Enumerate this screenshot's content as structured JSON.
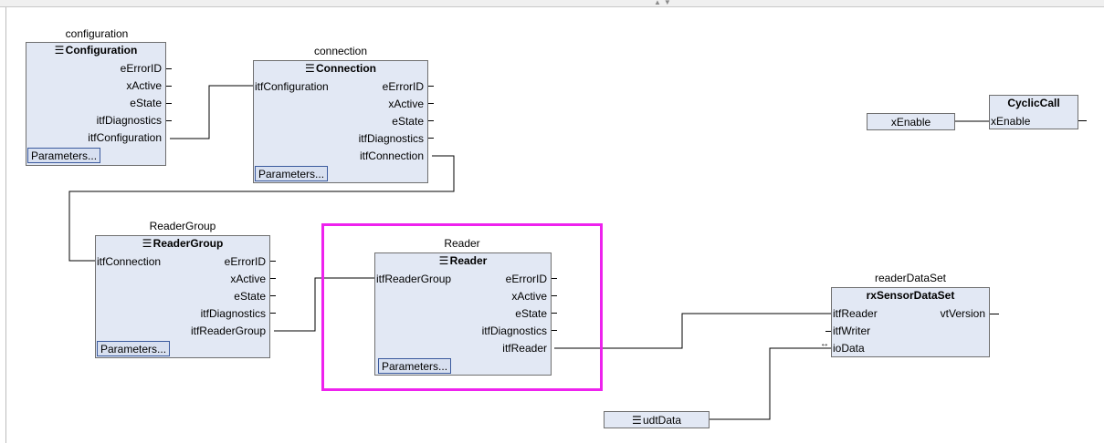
{
  "diagram": {
    "blocks": {
      "configuration": {
        "instance": "configuration",
        "type": "Configuration",
        "outputs": [
          "eErrorID",
          "xActive",
          "eState",
          "itfDiagnostics",
          "itfConfiguration"
        ],
        "params_label": "Parameters..."
      },
      "connection": {
        "instance": "connection",
        "type": "Connection",
        "input": "itfConfiguration",
        "outputs": [
          "eErrorID",
          "xActive",
          "eState",
          "itfDiagnostics",
          "itfConnection"
        ],
        "params_label": "Parameters..."
      },
      "readergroup": {
        "instance": "ReaderGroup",
        "type": "ReaderGroup",
        "input": "itfConnection",
        "outputs": [
          "eErrorID",
          "xActive",
          "eState",
          "itfDiagnostics",
          "itfReaderGroup"
        ],
        "params_label": "Parameters..."
      },
      "reader": {
        "instance": "Reader",
        "type": "Reader",
        "input": "itfReaderGroup",
        "outputs": [
          "eErrorID",
          "xActive",
          "eState",
          "itfDiagnostics",
          "itfReader"
        ],
        "params_label": "Parameters..."
      },
      "datasetblock": {
        "instance": "readerDataSet",
        "type": "rxSensorDataSet",
        "inputs": [
          "itfReader",
          "itfWriter",
          "ioData"
        ],
        "output": "vtVersion"
      },
      "cyclic": {
        "type": "CyclicCall",
        "input": "xEnable"
      }
    },
    "variables": {
      "xenable": "xEnable",
      "udtdata": "udtData"
    },
    "colors": {
      "block_fill": "#e2e8f4",
      "highlight": "#ee22ee"
    }
  }
}
